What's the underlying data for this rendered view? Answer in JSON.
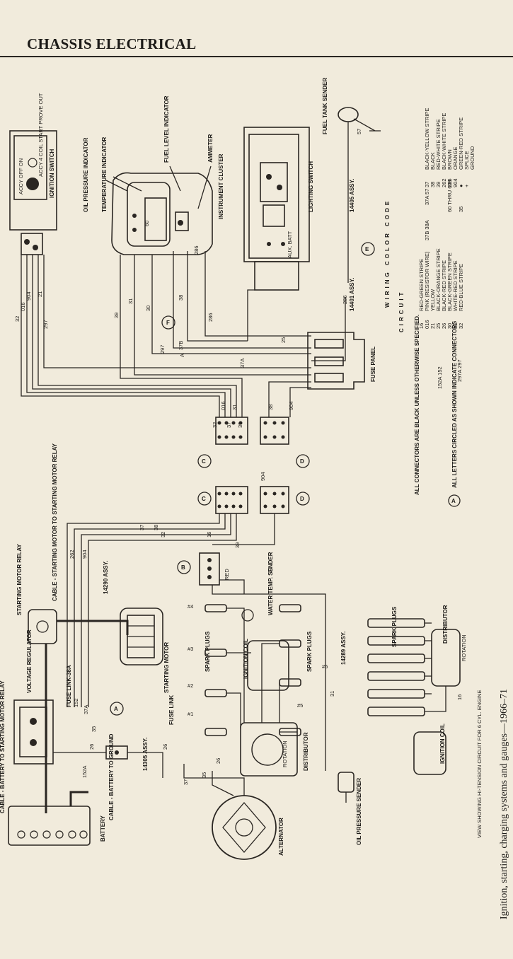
{
  "header": {
    "title": "CHASSIS ELECTRICAL"
  },
  "caption": "Ignition, starting, charging systems and gauges—1966–71",
  "components": {
    "ignition_switch": "IGNITION SWITCH",
    "oil_pressure_indicator": "OIL PRESSURE INDICATOR",
    "temperature_indicator": "TEMPERATURE INDICATOR",
    "fuel_level_indicator": "FUEL LEVEL INDICATOR",
    "ammeter": "AMMETER",
    "instrument_cluster": "INSTRUMENT CLUSTER",
    "lighting_switch": "LIGHTING SWITCH",
    "fuel_tank_sender": "FUEL TANK SENDER",
    "fuse_panel": "FUSE PANEL",
    "starting_motor_relay": "STARTING MOTOR RELAY",
    "voltage_regulator": "VOLTAGE REGULATOR",
    "fuse_link_38a": "FUSE LINK-38A",
    "fuse_link": "FUSE LINK",
    "starting_motor": "STARTING MOTOR",
    "cable_starting_motor": "CABLE - STARTING MOTOR TO STARTING MOTOR RELAY",
    "cable_battery": "CABLE - BATTERY TO GROUND",
    "cable_battery_relay": "CABLE - BATTERY TO STARTING MOTOR RELAY",
    "battery": "BATTERY",
    "alternator": "ALTERNATOR",
    "oil_pressure_sender": "OIL PRESSURE SENDER",
    "ignition_coil": "IGNITION COIL",
    "water_temp_sender": "WATER TEMP. SENDER",
    "spark_plugs": "SPARK PLUGS",
    "distributor": "DISTRIBUTOR",
    "rotation": "ROTATION",
    "view_note": "VIEW SHOWING HI-TENSION CIRCUIT FOR 6 CYL. ENGINE",
    "assy_14290": "14290 ASSY.",
    "assy_14305": "14305 ASSY.",
    "assy_14289": "14289 ASSY.",
    "assy_14401": "14401 ASSY.",
    "assy_14405": "14405 ASSY.",
    "red": "RED",
    "aux_batt": "AUX. BATT",
    "acc_off_on": "ACCY OFF ON",
    "ignition_switch_positions": "ACCY 4 COIL START PROVE OUT"
  },
  "connectors": {
    "a": "A",
    "b": "B",
    "c": "C",
    "d": "D",
    "e": "E",
    "f": "F"
  },
  "notes": {
    "black_connectors": "ALL CONNECTORS ARE BLACK UNLESS OTHERWISE SPECIFIED.",
    "circled_letters": "ALL LETTERS CIRCLED AS SHOWN INDICATE CONNECTORS"
  },
  "wiring_color_code": {
    "title": "WIRING COLOR CODE",
    "circuit_label": "CIRCUIT",
    "col1": [
      {
        "circuit": "16",
        "color": "RED-GREEN STRIPE"
      },
      {
        "circuit": "016",
        "color": "PINK (RESISTOR WIRE)"
      },
      {
        "circuit": "21",
        "color": "YELLOW"
      },
      {
        "circuit": "25",
        "color": "BLACK-ORANGE STRIPE"
      },
      {
        "circuit": "26",
        "color": "BLACK-RED STRIPE"
      },
      {
        "circuit": "30",
        "color": "BLACK-GREEN STRIPE"
      },
      {
        "circuit": "31",
        "color": "WHITE-RED STRIPE"
      },
      {
        "circuit": "32",
        "color": "RED-BLUE STRIPE"
      }
    ],
    "col2": [
      {
        "circuit": "37B 38A",
        "color": ""
      },
      {
        "circuit": "152A 152",
        "color": ""
      },
      {
        "circuit": "297A 297",
        "color": ""
      }
    ],
    "col3": [
      {
        "circuit": "37A 57",
        "color": ""
      },
      {
        "circuit": "60 THRU 608",
        "color": ""
      },
      {
        "circuit": "35",
        "color": ""
      }
    ],
    "col4": [
      {
        "circuit": "37",
        "color": "BLACK-YELLOW STRIPE"
      },
      {
        "circuit": "38",
        "color": "BLACK"
      },
      {
        "circuit": "39",
        "color": "RED-WHITE STRIPE"
      },
      {
        "circuit": "262",
        "color": "BLACK-WHITE STRIPE"
      },
      {
        "circuit": "286",
        "color": "BROWN"
      },
      {
        "circuit": "904",
        "color": "ORANGE"
      },
      {
        "circuit": "●",
        "color": "GREEN-RED STRIPE"
      },
      {
        "circuit": "+",
        "color": "SPLICE"
      },
      {
        "circuit": "",
        "color": "GROUND"
      }
    ]
  },
  "wire_numbers": [
    "32",
    "016",
    "904",
    "21",
    "297",
    "39",
    "31",
    "30",
    "297",
    "37B",
    "38",
    "286",
    "286",
    "25",
    "37A",
    "32",
    "016",
    "37",
    "31",
    "39",
    "38",
    "904",
    "262",
    "904",
    "37",
    "38",
    "32",
    "16",
    "31",
    "39",
    "904",
    "152",
    "37A",
    "26",
    "35",
    "37",
    "26",
    "35",
    "26",
    "31",
    "286",
    "57",
    "60",
    "16",
    "152A",
    "A"
  ],
  "cylinders": [
    "#1",
    "#2",
    "#3",
    "#4",
    "#5",
    "#6"
  ]
}
